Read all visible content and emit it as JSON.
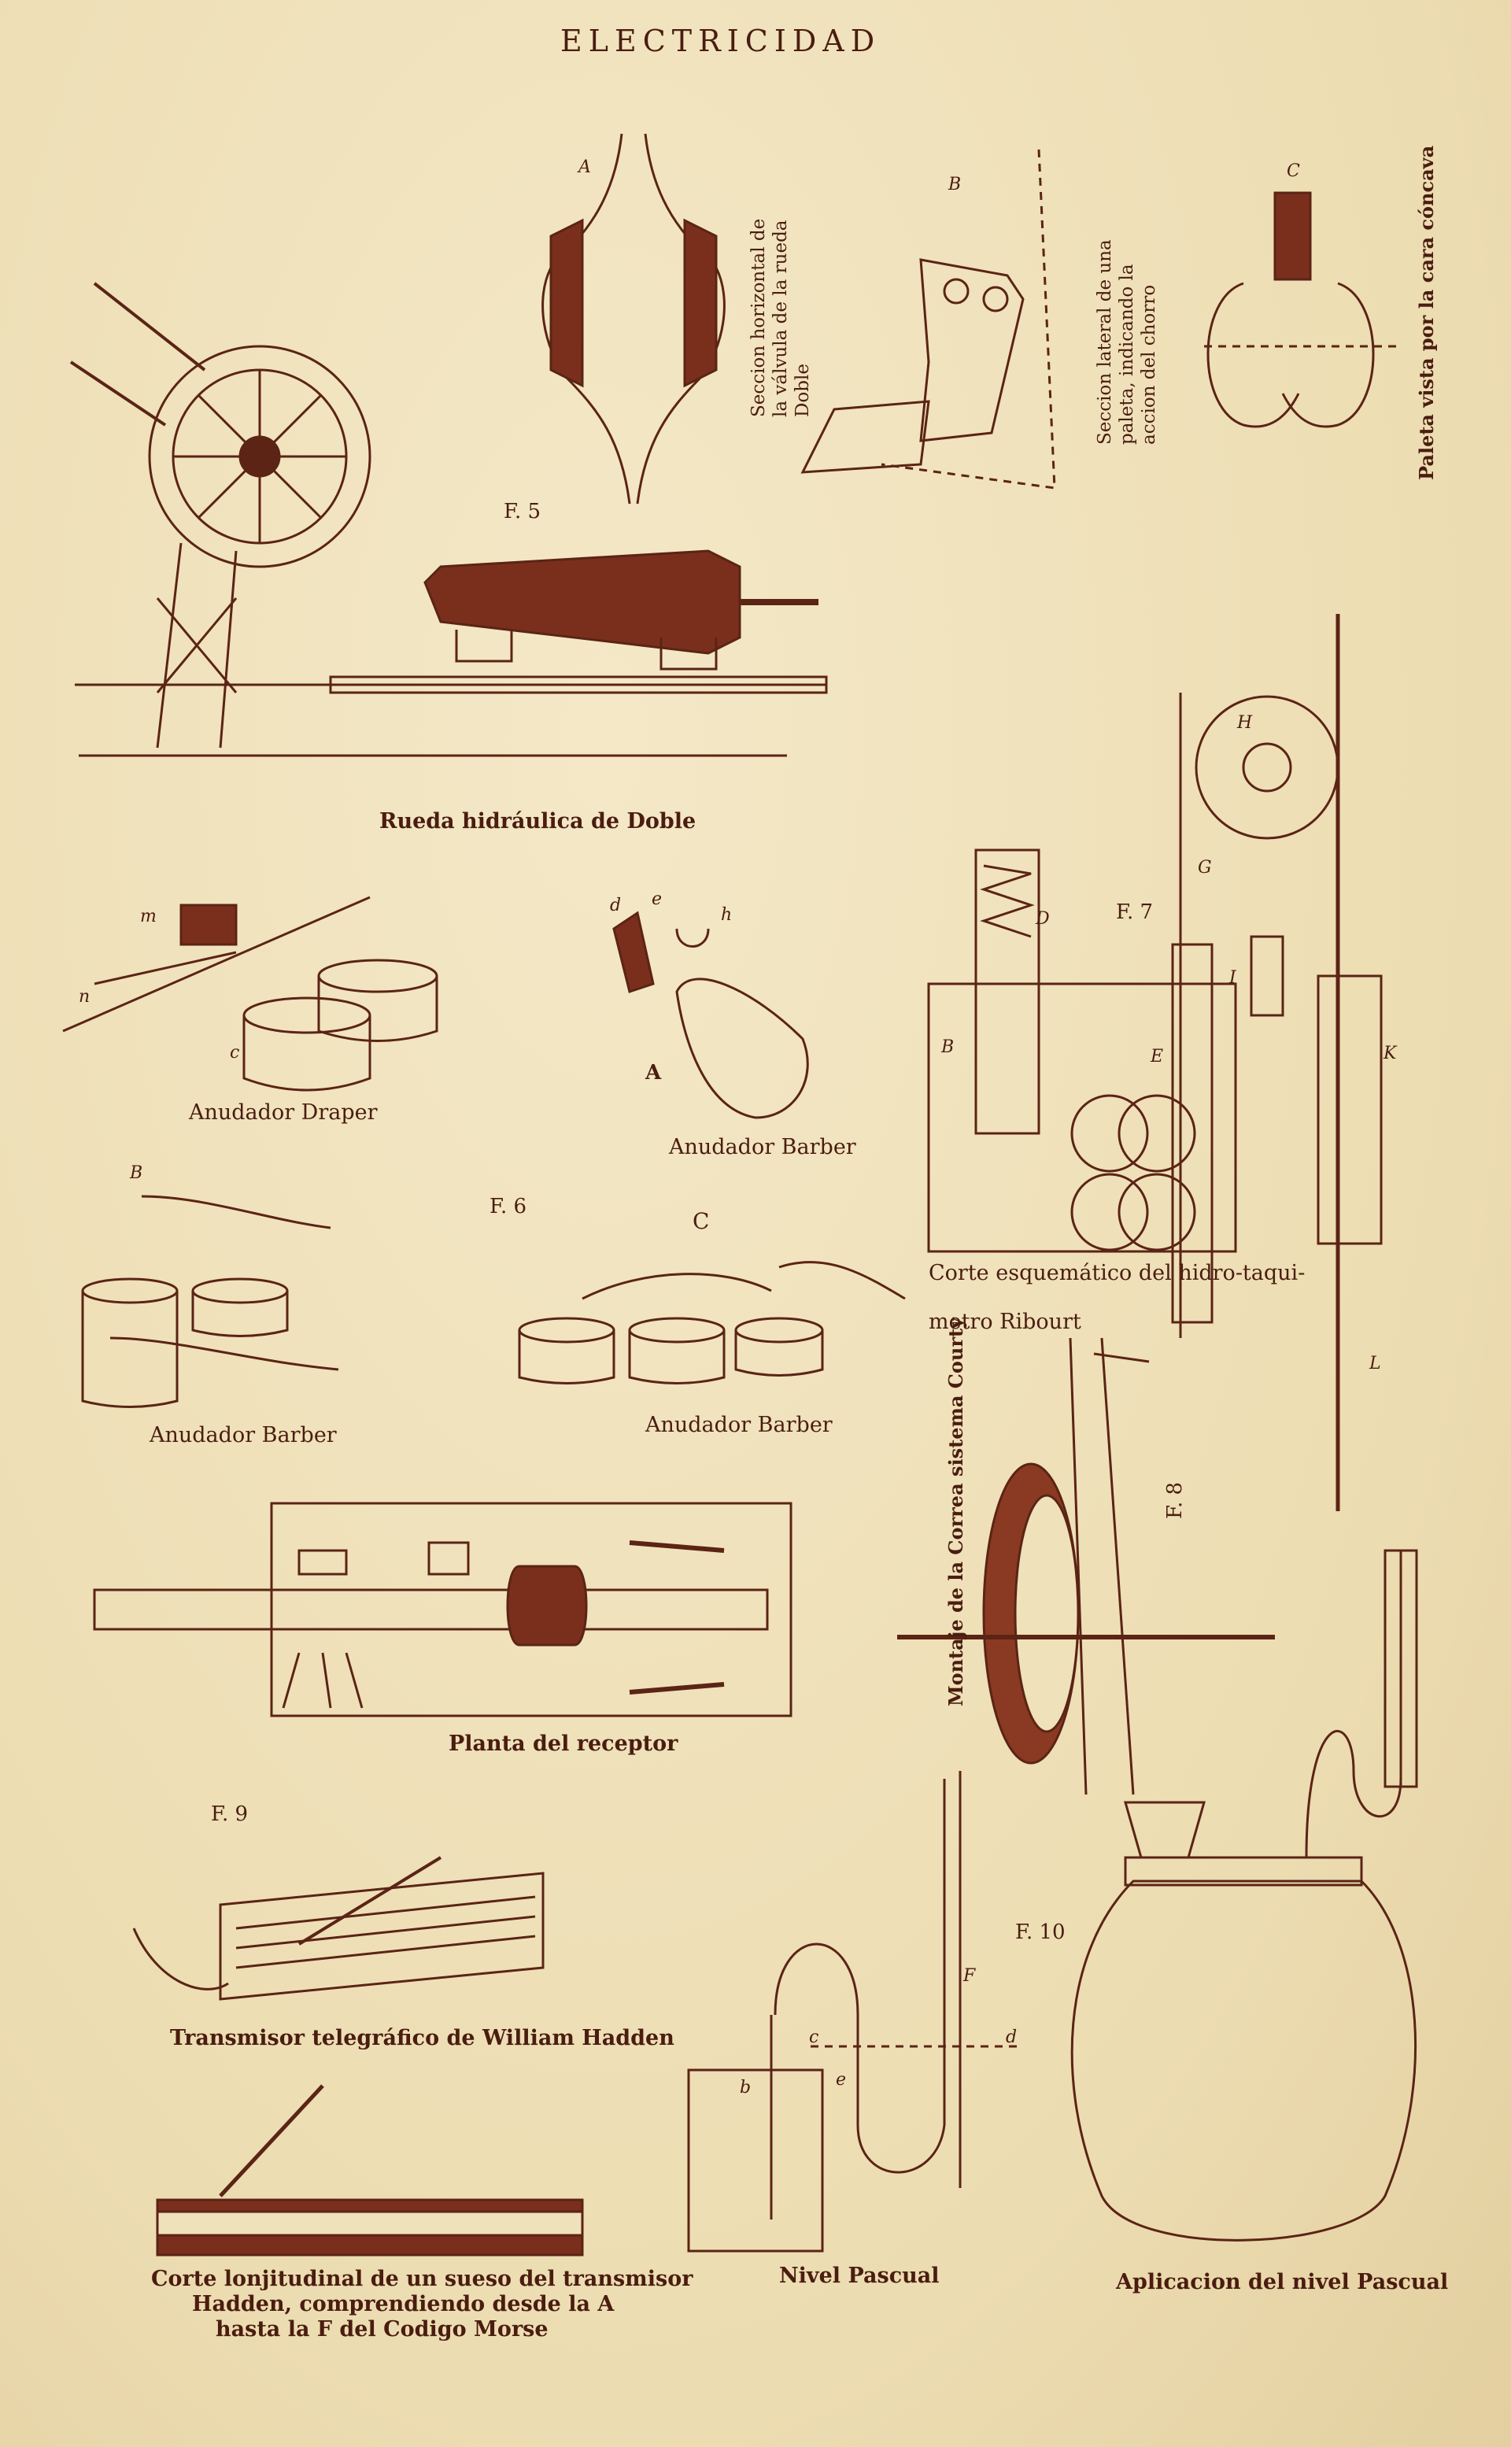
{
  "page": {
    "title": "ELECTRICIDAD"
  },
  "figures": {
    "f5": "F. 5",
    "f6": "F. 6",
    "f7": "F. 7",
    "f8": "F. 8",
    "f9": "F. 9",
    "f10": "F. 10"
  },
  "captions": {
    "rueda": "Rueda hidráulica de Doble",
    "seccion_horizontal": "Seccion horizontal de la válvula de la rueda Doble",
    "seccion_lateral": "Seccion lateral de una paleta, indicando la accion del chorro",
    "paleta": "Paleta vista por la cara cóncava",
    "anudador_draper": "Anudador Draper",
    "anudador_barber_1": "Anudador Barber",
    "anudador_barber_2": "Anudador Barber",
    "anudador_barber_3": "Anudador Barber",
    "corte_hidro_1": "Corte esquemático del hidro-taqui-",
    "corte_hidro_2": "metro Ribourt",
    "correa": "Montaje de la Correa sistema Courty",
    "planta_receptor": "Planta del receptor",
    "transmisor": "Transmisor telegráfico de William Hadden",
    "corte_longitudinal_1": "Corte lonjitudinal de un sueso del transmisor",
    "corte_longitudinal_2": "Hadden, comprendiendo desde la A",
    "corte_longitudinal_3": "hasta la F del Codigo Morse",
    "nivel": "Nivel Pascual",
    "aplicacion": "Aplicacion del nivel Pascual"
  },
  "labels": {
    "A": "A",
    "B": "B",
    "C": "C",
    "D": "D",
    "E": "E",
    "F": "F",
    "G": "G",
    "H": "H",
    "I": "I",
    "K": "K",
    "L": "L",
    "m": "m",
    "n": "n",
    "c": "c",
    "d": "d",
    "e": "e",
    "h": "h",
    "b": "b"
  },
  "colors": {
    "paper": "#efe1b9",
    "ink": "#5b2415"
  }
}
